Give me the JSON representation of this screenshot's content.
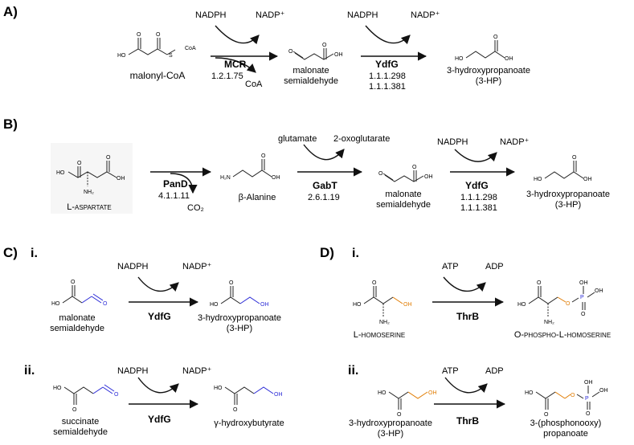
{
  "panels": {
    "A": {
      "label": "A)",
      "substrate": "malonyl-CoA",
      "substrate_coa": "CoA",
      "mcr": {
        "cofactor_in": "NADPH",
        "cofactor_out": "NADP⁺",
        "enzyme": "MCR",
        "ec": "1.2.1.75",
        "byproduct": "CoA"
      },
      "intermediate": [
        "malonate",
        "semialdehyde"
      ],
      "ydfg": {
        "cofactor_in": "NADPH",
        "cofactor_out": "NADP⁺",
        "enzyme": "YdfG",
        "ec": [
          "1.1.1.298",
          "1.1.1.381"
        ]
      },
      "product": [
        "3-hydroxypropanoate",
        "(3-HP)"
      ]
    },
    "B": {
      "label": "B)",
      "substrate": "L-aspartate",
      "pand": {
        "enzyme": "PanD",
        "ec": "4.1.1.11",
        "byproduct": "CO₂"
      },
      "intermediate1": "β-Alanine",
      "gabt": {
        "cosubstrate_in": "glutamate",
        "cosubstrate_out": "2-oxoglutarate",
        "enzyme": "GabT",
        "ec": "2.6.1.19"
      },
      "intermediate2": [
        "malonate",
        "semialdehyde"
      ],
      "ydfg": {
        "cofactor_in": "NADPH",
        "cofactor_out": "NADP⁺",
        "enzyme": "YdfG",
        "ec": [
          "1.1.1.298",
          "1.1.1.381"
        ]
      },
      "product": [
        "3-hydroxypropanoate",
        "(3-HP)"
      ]
    },
    "C": {
      "label": "C)",
      "i": {
        "label": "i.",
        "cofactor_in": "NADPH",
        "cofactor_out": "NADP⁺",
        "enzyme": "YdfG",
        "substrate": [
          "malonate",
          "semialdehyde"
        ],
        "product": [
          "3-hydroxypropanoate",
          "(3-HP)"
        ]
      },
      "ii": {
        "label": "ii.",
        "cofactor_in": "NADPH",
        "cofactor_out": "NADP⁺",
        "enzyme": "YdfG",
        "substrate": [
          "succinate",
          "semialdehyde"
        ],
        "product": "γ-hydroxybutyrate"
      }
    },
    "D": {
      "label": "D)",
      "i": {
        "label": "i.",
        "cofactor_in": "ATP",
        "cofactor_out": "ADP",
        "enzyme": "ThrB",
        "substrate": "L-homoserine",
        "product": "O-phospho-L-homoserine"
      },
      "ii": {
        "label": "ii.",
        "cofactor_in": "ATP",
        "cofactor_out": "ADP",
        "enzyme": "ThrB",
        "substrate": [
          "3-hydroxypropanoate",
          "(3-HP)"
        ],
        "product": [
          "3-(phosphonooxy)",
          "propanoate"
        ]
      }
    }
  },
  "atoms": {
    "O": "O",
    "OH": "OH",
    "HO": "HO",
    "S": "S",
    "CoA": "CoA",
    "NH2": "NH₂",
    "H2N": "H₂N",
    "P": "P"
  },
  "colors": {
    "text": "#111111",
    "bond": "#222222",
    "highlight_blue": "#2a2ad6",
    "highlight_orange": "#e07b00",
    "phosphorus": "#2a2ad6"
  }
}
